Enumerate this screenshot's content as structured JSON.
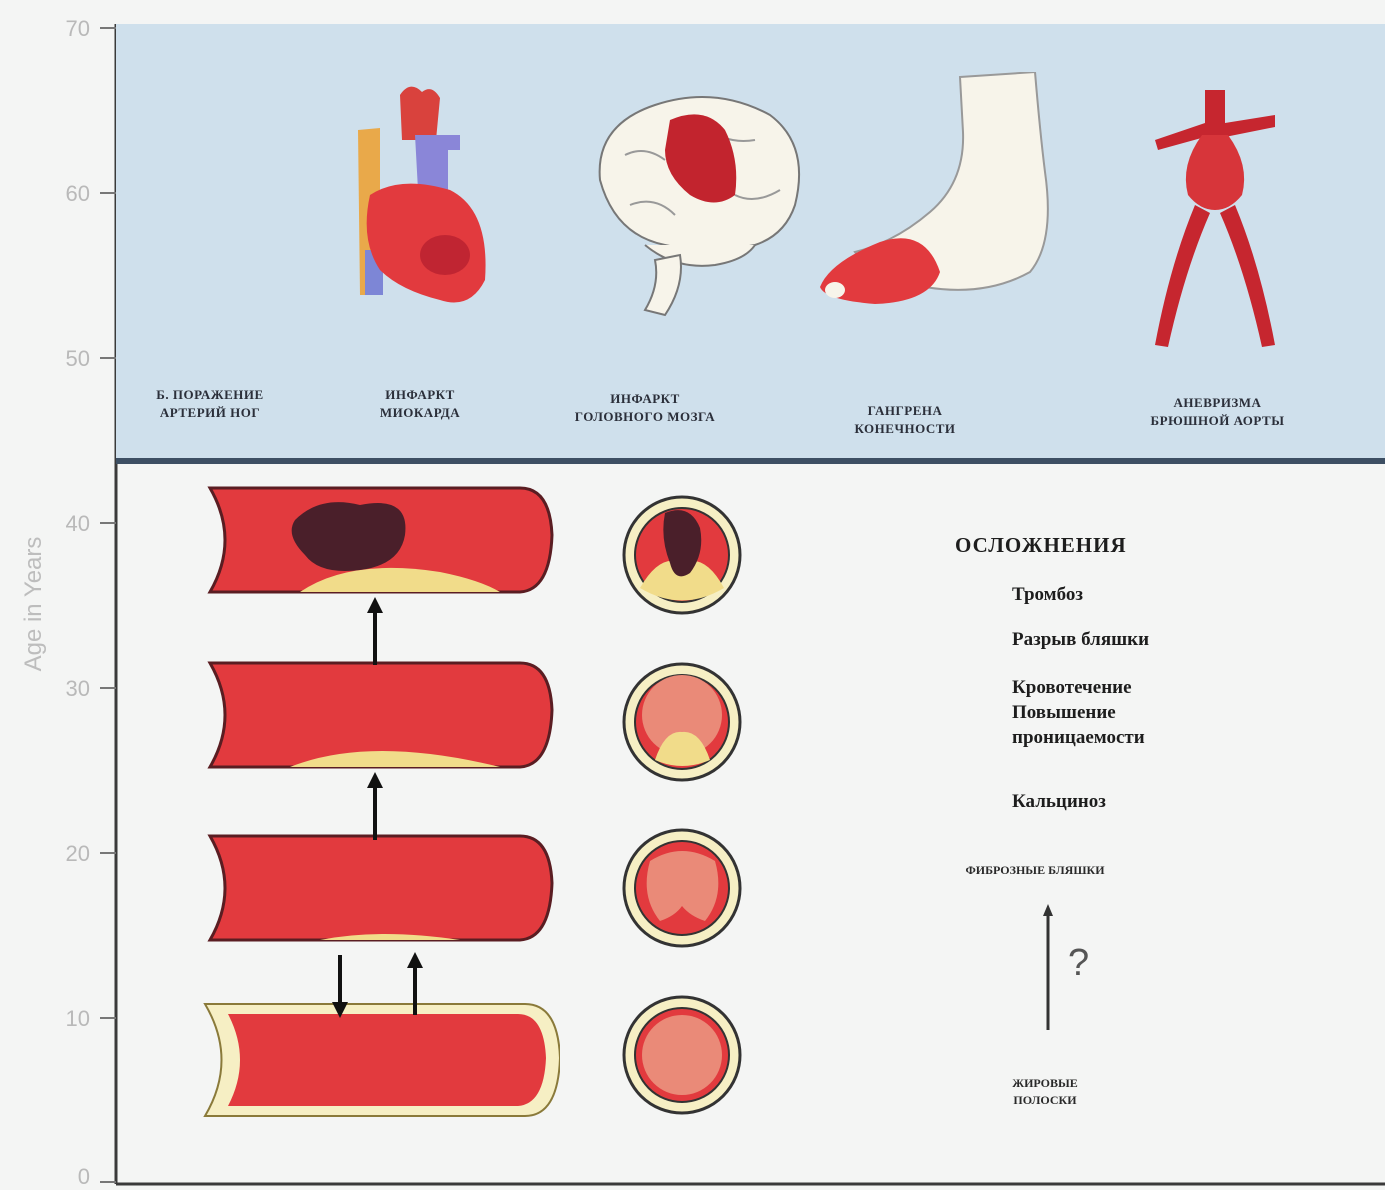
{
  "axis": {
    "title": "Age in Years",
    "ticks": [
      "70",
      "60",
      "50",
      "40",
      "30",
      "20",
      "10",
      "0"
    ]
  },
  "organ_labels": [
    {
      "text": "Б. ПОРАЖЕНИЕ\nАРТЕРИЙ НОГ"
    },
    {
      "text": "ИНФАРКТ\nМИОКАРДА"
    },
    {
      "text": "ИНФАРКТ\nГОЛОВНОГО МОЗГА"
    },
    {
      "text": "ГАНГРЕНА\nКОНЕЧНОСТИ"
    },
    {
      "text": "АНЕВРИЗМА\nБРЮШНОЙ АОРТЫ"
    }
  ],
  "complications": {
    "title": "ОСЛОЖНЕНИЯ",
    "items": [
      "Тромбоз",
      "Разрыв бляшки",
      "Кровотечение\nПовышение\nпроницаемости",
      "Кальциноз"
    ]
  },
  "fibrous_label": "ФИБРОЗНЫЕ БЛЯШКИ",
  "fatty_label": "ЖИРОВЫЕ\nПОЛОСКИ",
  "question_mark": "?",
  "colors": {
    "panel": "#cfe0ec",
    "vessel": "#e23a3e",
    "plaque": "#f1dc8a",
    "thrombus": "#4a1f2a",
    "divider": "#3d4f63"
  }
}
